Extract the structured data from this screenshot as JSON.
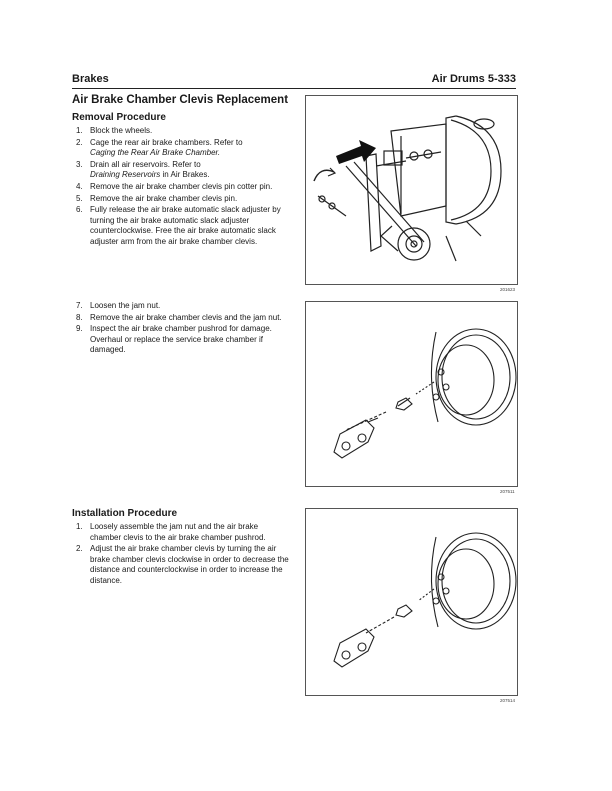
{
  "header": {
    "left": "Brakes",
    "right": "Air Drums   5-333"
  },
  "title": "Air Brake Chamber Clevis Replacement",
  "removal": {
    "heading": "Removal Procedure",
    "steps_a": [
      {
        "num": "1.",
        "text": "Block the wheels."
      },
      {
        "num": "2.",
        "text": "Cage the rear air brake chambers. Refer to",
        "em": "Caging the Rear Air Brake Chamber."
      },
      {
        "num": "3.",
        "text": "Drain all air reservoirs. Refer to",
        "em": "Draining Reservoirs",
        "tail": " in Air Brakes."
      },
      {
        "num": "4.",
        "text": "Remove the air brake chamber clevis pin cotter pin."
      },
      {
        "num": "5.",
        "text": "Remove the air brake chamber clevis pin."
      },
      {
        "num": "6.",
        "text": "Fully release the air brake automatic slack adjuster by turning the air brake automatic slack adjuster counterclockwise. Free the air brake automatic slack adjuster arm from the air brake chamber clevis."
      }
    ],
    "steps_b": [
      {
        "num": "7.",
        "text": "Loosen the jam nut."
      },
      {
        "num": "8.",
        "text": "Remove the air brake chamber clevis and the jam nut."
      },
      {
        "num": "9.",
        "text": "Inspect the air brake chamber pushrod for damage. Overhaul or replace the service brake chamber if damaged."
      }
    ]
  },
  "installation": {
    "heading": "Installation Procedure",
    "steps": [
      {
        "num": "1.",
        "text": "Loosely assemble the jam nut and the air brake chamber clevis to the air brake chamber pushrod."
      },
      {
        "num": "2.",
        "text": "Adjust the air brake chamber clevis by turning the air brake chamber clevis clockwise in order to decrease the distance and counterclockwise in order to increase the distance."
      }
    ]
  },
  "figures": {
    "fig1_id": "201623",
    "fig2_id": "207511",
    "fig3_id": "207514"
  }
}
